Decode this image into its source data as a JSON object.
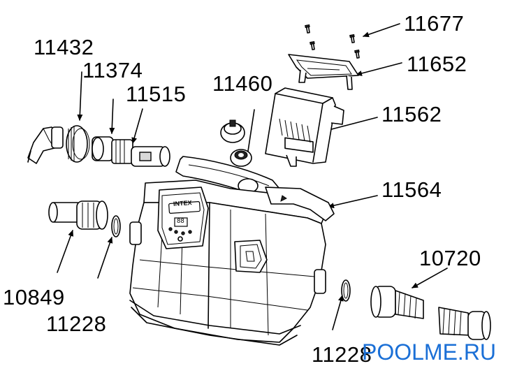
{
  "diagram": {
    "part_numbers": {
      "p11677": "11677",
      "p11432": "11432",
      "p11652": "11652",
      "p11374": "11374",
      "p11460": "11460",
      "p11515": "11515",
      "p11562": "11562",
      "p11564": "11564",
      "p10720": "10720",
      "p10849": "10849",
      "p11228_left": "11228",
      "p11228_right": "11228"
    },
    "brand_on_housing": "INTEX",
    "display_readout": "88"
  },
  "watermark": {
    "text": "POOLME.RU",
    "color": "#1a6fd6"
  }
}
